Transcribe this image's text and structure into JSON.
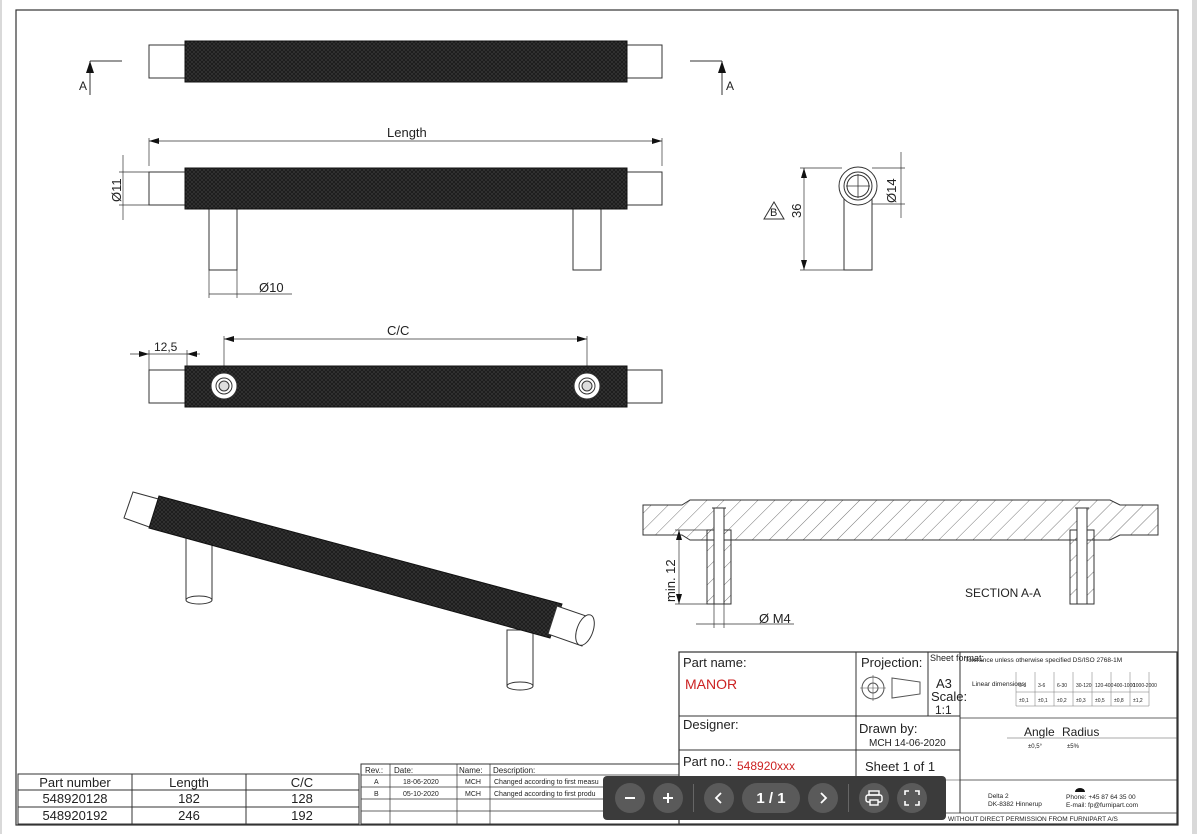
{
  "drawing": {
    "labels": {
      "section_mark": "A",
      "length": "Length",
      "dia_11": "Ø11",
      "dia_10": "Ø10",
      "dia_14": "Ø14",
      "dim_36": "36",
      "datum": "B",
      "cc": "C/C",
      "dim_12_5": "12,5",
      "min_12": "min. 12",
      "dia_m4": "Ø M4",
      "section_title": "SECTION A-A"
    }
  },
  "title_block": {
    "part_name_label": "Part name:",
    "part_name": "MANOR",
    "projection_label": "Projection:",
    "sheet_format_label": "Sheet format:",
    "sheet_format": "A3",
    "scale_label": "Scale:",
    "scale": "1:1",
    "tolerance_note": "Tolerance unless otherwise specified DS/ISO 2768-1M",
    "linear_label": "Linear dimensions:",
    "tol_ranges": [
      "0-3",
      "3-6",
      "6-30",
      "30-120",
      "120-400",
      "400-1000",
      "1000-2000"
    ],
    "tol_values": [
      "±0,1",
      "±0,1",
      "±0,2",
      "±0,3",
      "±0,5",
      "±0,8",
      "±1,2"
    ],
    "angle_label": "Angle",
    "radius_label": "Radius",
    "angle_value": "±0,5°",
    "radius_value": "±5%",
    "designer_label": "Designer:",
    "drawn_by_label": "Drawn by:",
    "drawn_by": "MCH 14-06-2020",
    "part_no_label": "Part no.:",
    "part_no": "548920xxx",
    "sheet_info": "Sheet 1 of 1",
    "address_line1": "Delta 2",
    "address_line2": "DK-8382 Hinnerup",
    "phone": "Phone:    +45 87 64 35 00",
    "email": "E-mail:   fp@furnipart.com",
    "copyright": "WITHOUT DIRECT PERMISSION FROM FURNIPART A/S"
  },
  "parts_table": {
    "headers": [
      "Part number",
      "Length",
      "C/C"
    ],
    "rows": [
      [
        "548920128",
        "182",
        "128"
      ],
      [
        "548920192",
        "246",
        "192"
      ]
    ]
  },
  "revision_table": {
    "headers": [
      "Rev.:",
      "Date:",
      "Name:",
      "Description:"
    ],
    "rows": [
      [
        "A",
        "18-06-2020",
        "MCH",
        "Changed according to first measu"
      ],
      [
        "B",
        "05-10-2020",
        "MCH",
        "Changed according to first produ"
      ]
    ]
  },
  "toolbar": {
    "page_indicator": "1 / 1"
  }
}
